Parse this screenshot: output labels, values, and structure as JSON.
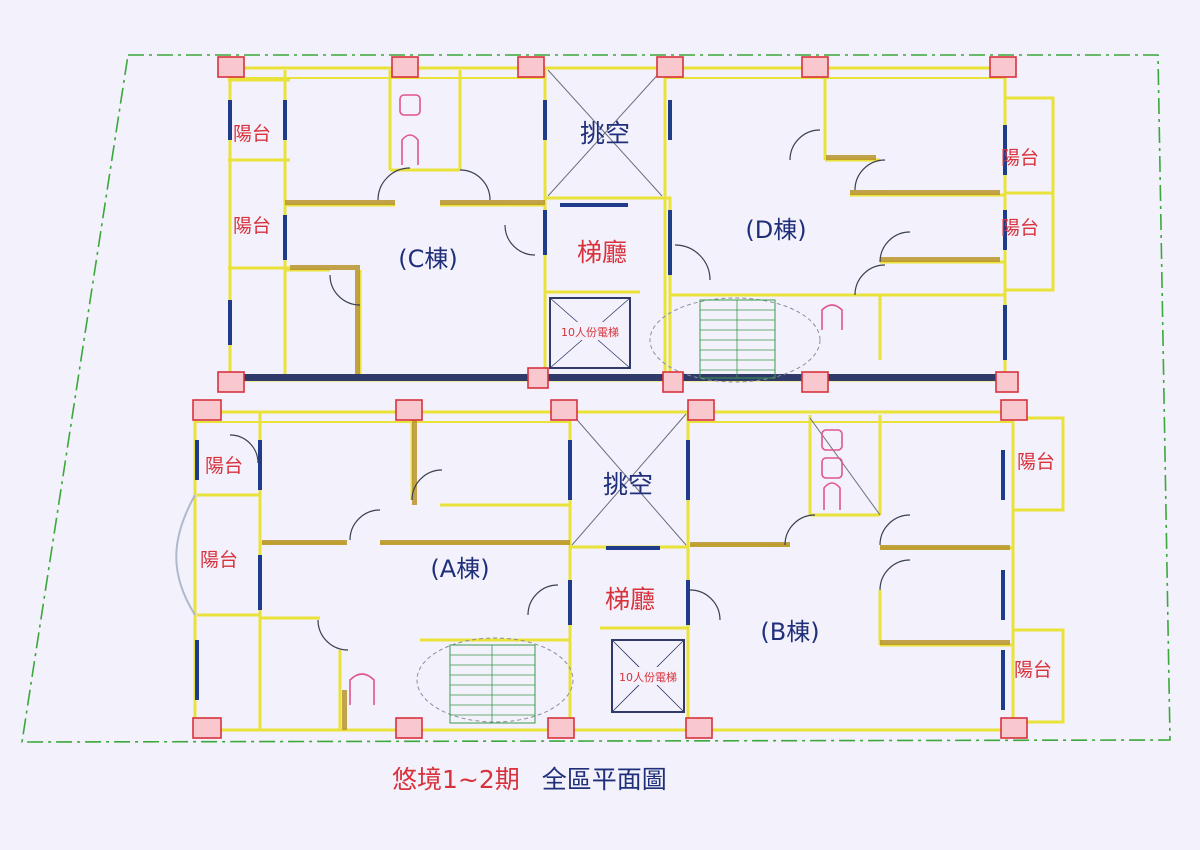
{
  "labels": {
    "void": "挑空",
    "lobby": "梯廳",
    "balcony": "陽台",
    "building_a": "(A棟)",
    "building_b": "(B棟)",
    "building_c": "(C棟)",
    "building_d": "(D棟)",
    "elevator": "10人份電梯"
  },
  "caption": {
    "project": "悠境1~2期",
    "title": "全區平面圖"
  },
  "colors": {
    "background": "#f3f1fb",
    "site_boundary": "#3aa83a",
    "wall": "#e8e23a",
    "column": "#d8323c",
    "window": "#1f3c8a",
    "room_text": "#1f2f7a",
    "lobby_text": "#d8323c",
    "fixture": "#e0558a"
  }
}
